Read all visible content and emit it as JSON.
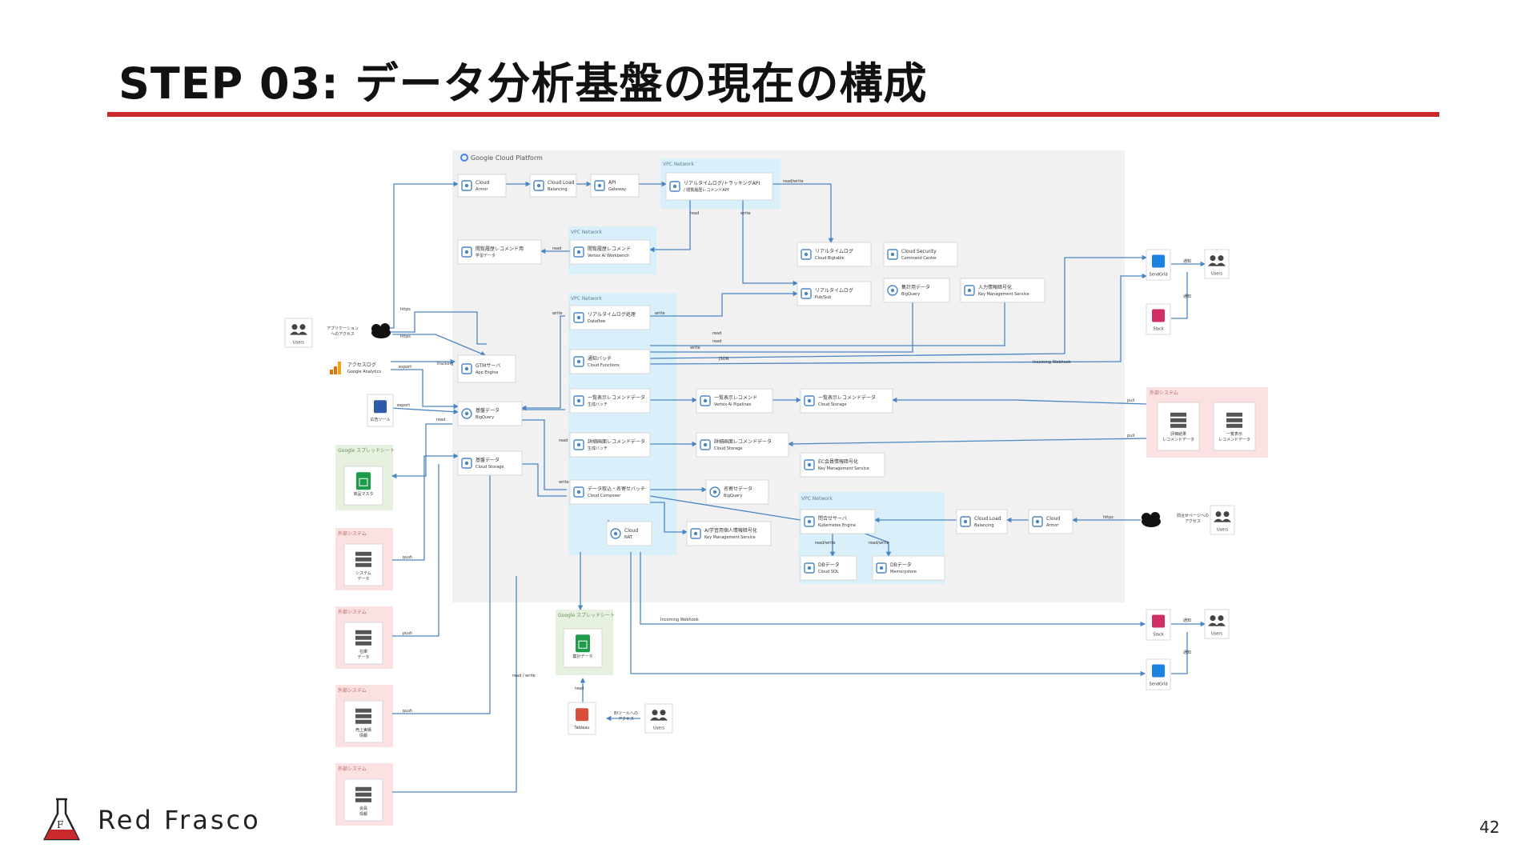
{
  "slide": {
    "title": "STEP 03: データ分析基盤の現在の構成",
    "page_number": "42"
  },
  "brand": {
    "name": "Red Frasco"
  },
  "colors": {
    "accent": "#c9282d",
    "line": "#4a86c5",
    "gcp_bg": "#f1f1f1",
    "vpc_bg": "#d9effa",
    "ext_bg": "#fbe1e1",
    "google_bg": "#e6f2df"
  },
  "regions": {
    "gcp": "Google Cloud Platform",
    "vpc_top": "VPC Network",
    "vpc_mid": "VPC Network",
    "vpc_main": "VPC Network",
    "vpc_bottom": "VPC Network",
    "ext_right": "外部システム",
    "google_sheet_top": "Google スプレッドシート",
    "google_sheet_bottom": "Google スプレッドシート",
    "ext_left_1": "外部システム",
    "ext_left_2": "外部システム",
    "ext_left_3": "外部システム",
    "ext_left_4": "外部システム"
  },
  "nodes": {
    "cloud_armor": {
      "title": "Cloud",
      "sub": "Armor"
    },
    "cloud_lb": {
      "title": "Cloud Load",
      "sub": "Balancing"
    },
    "api_gateway": {
      "title": "API",
      "sub": "Gateway"
    },
    "realtime_api": {
      "title": "リアルタイムログ/トラッキングAPI",
      "sub": "/ 閲覧履歴レコメンドAPI"
    },
    "history_training": {
      "title": "閲覧履歴レコメンド用",
      "sub": "学習データ"
    },
    "vertex_ai": {
      "title": "閲覧履歴レコメンド",
      "sub": "Vertex AI Workbench"
    },
    "realtime_bq": {
      "title": "リアルタイムログ",
      "sub": "Cloud Bigtable"
    },
    "security_cc": {
      "title": "Cloud Security",
      "sub": "Command Center"
    },
    "realtime_log": {
      "title": "リアルタイムログ",
      "sub": "Pub/Sub"
    },
    "log_bq": {
      "title": "集計用データ",
      "sub": "BigQuery"
    },
    "kms_log": {
      "title": "入力情報暗号化",
      "sub": "Key Management Service"
    },
    "realtime_proc": {
      "title": "リアルタイムログ処理",
      "sub": "Dataflow"
    },
    "batch_fn": {
      "title": "通知バッチ",
      "sub": "Cloud Functions"
    },
    "batch_rec": {
      "title": "一覧表示レコメンドデータ",
      "sub": "生成バッチ"
    },
    "vertex_pipe": {
      "title": "一覧表示レコメンド",
      "sub": "Vertex AI Pipelines"
    },
    "rec_storage": {
      "title": "一覧表示レコメンドデータ",
      "sub": "Cloud Storage"
    },
    "batch_rec2": {
      "title": "詳細画面レコメンドデータ",
      "sub": "生成バッチ"
    },
    "detail_storage": {
      "title": "詳細画面レコメンドデータ",
      "sub": "Cloud Storage"
    },
    "kms_ec": {
      "title": "EC会員情報暗号化",
      "sub": "Key Management Service"
    },
    "dwh_bq": {
      "title": "基盤データ",
      "sub": "BigQuery"
    },
    "data_storage": {
      "title": "基盤データ",
      "sub": "Cloud Storage"
    },
    "app_engine": {
      "title": "GTMサーバ",
      "sub": "App Engine"
    },
    "compute": {
      "title": "データ取込・名寄せバッチ",
      "sub": "Cloud Composer"
    },
    "bq_matching": {
      "title": "名寄せデータ",
      "sub": "BigQuery"
    },
    "kms_ai": {
      "title": "AI学習用個人情報暗号化",
      "sub": "Key Management Service"
    },
    "cloud_nat": {
      "title": "Cloud",
      "sub": "NAT"
    },
    "gke": {
      "title": "問合せサーバ",
      "sub": "Kubernetes Engine"
    },
    "cloudsql": {
      "title": "DBデータ",
      "sub": "Cloud SQL"
    },
    "memorystore": {
      "title": "DBデータ",
      "sub": "Memorystore"
    },
    "cloud_lb2": {
      "title": "Cloud Load",
      "sub": "Balancing"
    },
    "cloud_armor2": {
      "title": "Cloud",
      "sub": "Armor"
    },
    "users_left": {
      "title": "Users",
      "sub": ""
    },
    "access_label": {
      "title": "アプリケーション",
      "sub": "へのアクセス"
    },
    "ga": {
      "title": "アクセスログ",
      "sub": "Google Analytics"
    },
    "ad_tool": {
      "title": "広告ツール",
      "sub": ""
    },
    "sheet_master": {
      "title": "商品マスタ",
      "sub": ""
    },
    "ext_system": {
      "title": "システム",
      "sub": "データ"
    },
    "ext_inventory": {
      "title": "在庫",
      "sub": "データ"
    },
    "ext_sales": {
      "title": "売上実績",
      "sub": "情報"
    },
    "ext_member": {
      "title": "会員",
      "sub": "情報"
    },
    "sheet_report": {
      "title": "集計データ",
      "sub": ""
    },
    "tableau": {
      "title": "Tableau",
      "sub": ""
    },
    "users_bottom": {
      "title": "Users",
      "sub": ""
    },
    "bi_label": {
      "title": "BIツールへの",
      "sub": "アクセス"
    },
    "sendgrid_top": {
      "title": "SendGrid",
      "sub": ""
    },
    "users_right_top": {
      "title": "Users",
      "sub": ""
    },
    "slack_top": {
      "title": "Slack",
      "sub": ""
    },
    "ext_rec1": {
      "title": "評価結果",
      "sub": "レコメンドデータ"
    },
    "ext_rec2": {
      "title": "一覧表示",
      "sub": "レコメンドデータ"
    },
    "users_right_mid": {
      "title": "Users",
      "sub": ""
    },
    "inquiry_label": {
      "title": "問合せページへの",
      "sub": "アクセス"
    },
    "slack_bottom": {
      "title": "Slack",
      "sub": ""
    },
    "users_right_bottom": {
      "title": "Users",
      "sub": ""
    },
    "sendgrid_bottom": {
      "title": "SendGrid",
      "sub": ""
    }
  },
  "edge_labels": {
    "https_top": "https",
    "https_access": "https",
    "https_right": "https",
    "realtime_write": "read/write",
    "read1": "read",
    "write1": "write",
    "read_mid": "read",
    "write_mid": "write",
    "write2": "write",
    "read2": "read",
    "read3": "read",
    "write3": "write",
    "push1": "push",
    "push2": "push",
    "push3": "push",
    "push_right1": "pull",
    "push_right2": "pull",
    "export1": "export",
    "export2": "export",
    "tracking": "tracking",
    "incoming_webhook1": "Incoming Webhook",
    "incoming_webhook2": "Incoming Webhook",
    "mail1": "通知",
    "mail2": "通知",
    "mail3": "通知",
    "mail4": "通知",
    "readwrite_gke1": "read/write",
    "readwrite_gke2": "read/write",
    "read_tableau": "read",
    "read_ext": "read",
    "read_write_ext": "read / write",
    "json": "JSON",
    "read_fn": "read",
    "write_fn": "write"
  }
}
